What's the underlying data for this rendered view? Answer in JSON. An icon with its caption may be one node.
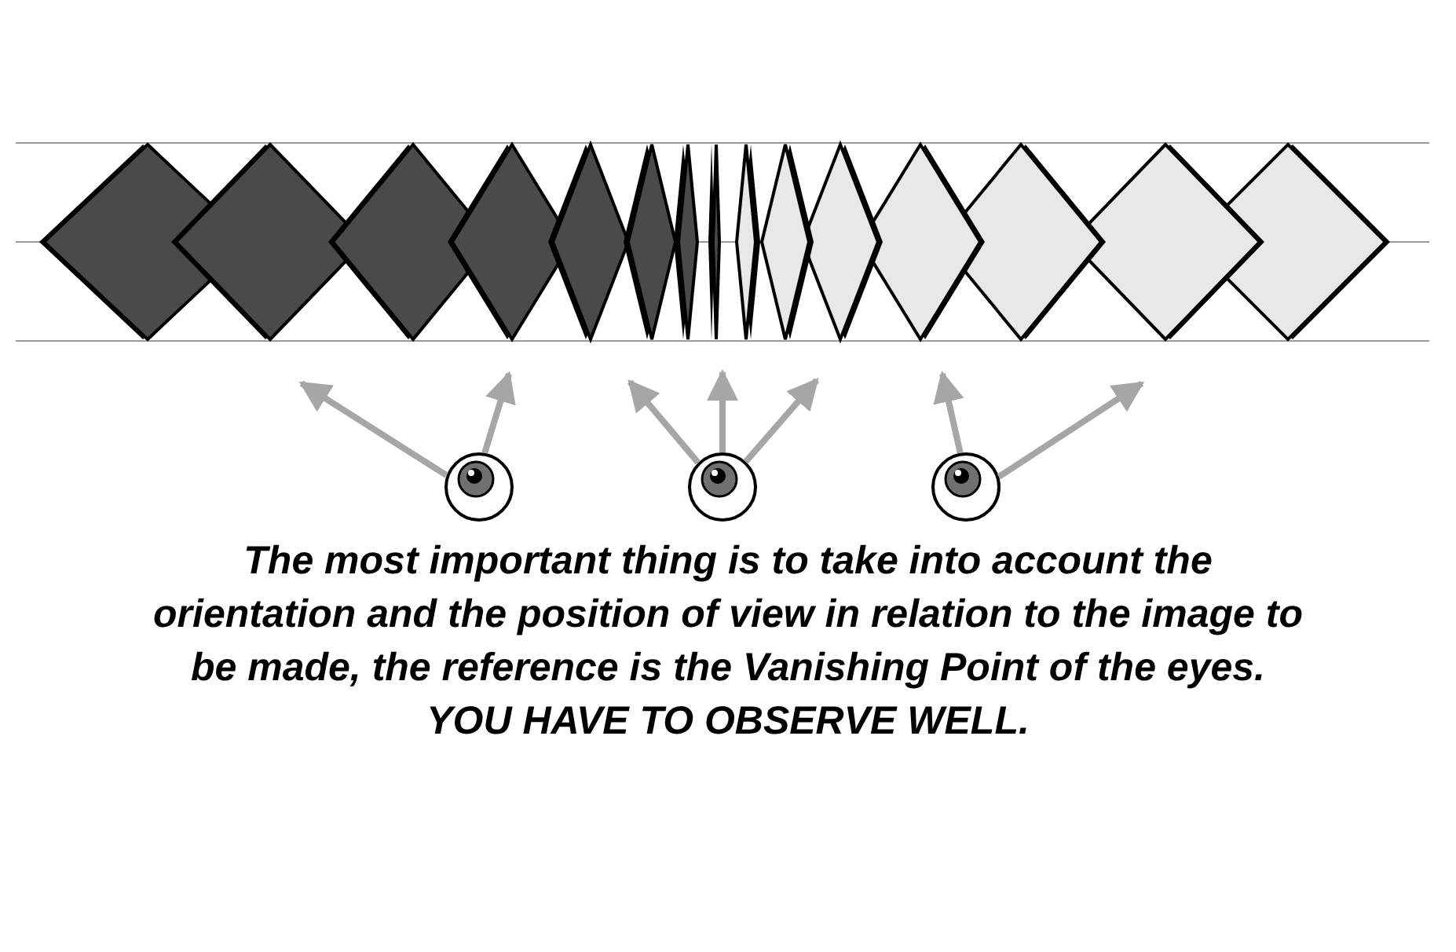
{
  "diagram": {
    "caption": "The most important thing is to take into account the orientation and the position of view in relation to the image to be made, the reference is the Vanishing Point of the eyes.",
    "nodes": [
      {
        "text": [],
        "shape": "picture"
      },
      {
        "text": [],
        "shape": "picture"
      },
      {
        "text": [],
        "shape": "picture"
      }
    ],
    "edges": [
      {
        "from": 0,
        "to": null,
        "arrow": "to"
      },
      {
        "from": 0,
        "to": null,
        "arrow": "to"
      },
      {
        "from": 1,
        "to": null,
        "arrow": "to"
      },
      {
        "from": 1,
        "to": null,
        "arrow": "to"
      },
      {
        "from": 1,
        "to": null,
        "arrow": "to"
      },
      {
        "from": 2,
        "to": null,
        "arrow": "to"
      },
      {
        "from": 2,
        "to": null,
        "arrow": "to"
      }
    ],
    "labels": [
      "YOU HAVE TO OBSERVE WELL."
    ]
  }
}
